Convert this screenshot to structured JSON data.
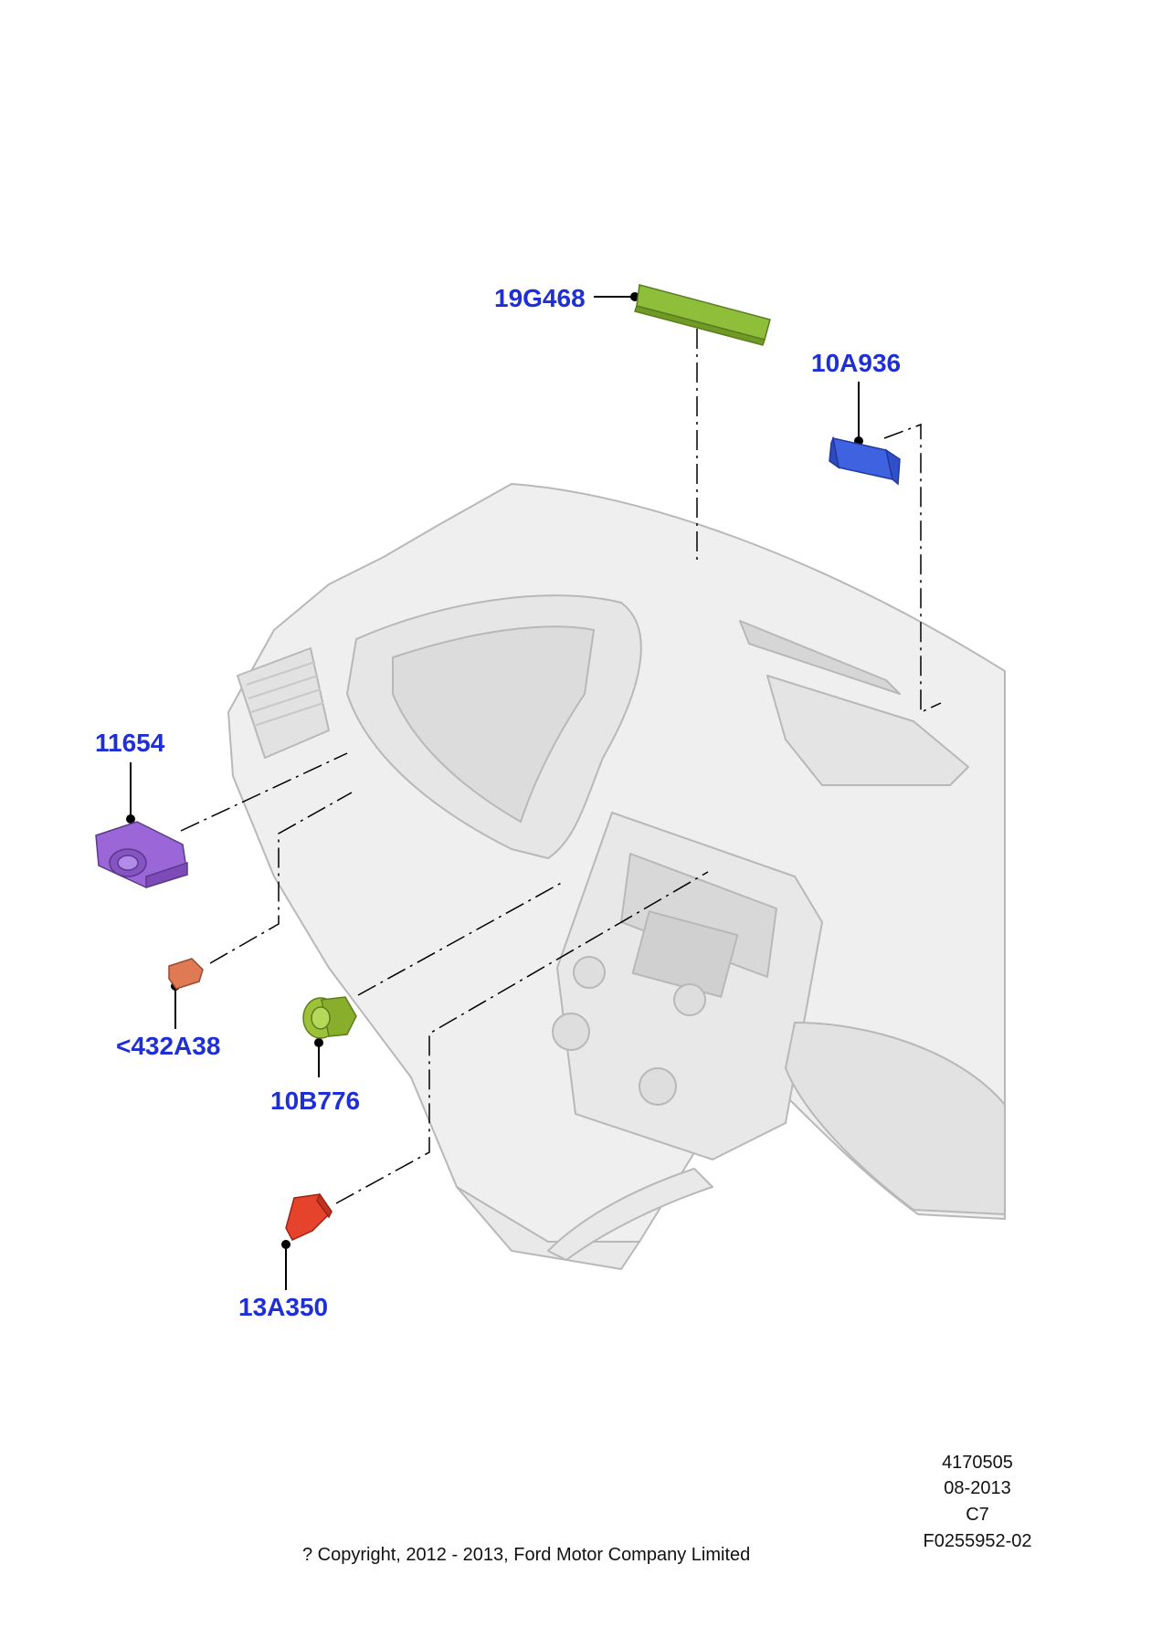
{
  "callouts": {
    "part_19G468": "19G468",
    "part_10A936": "10A936",
    "part_11654": "11654",
    "part_432A38": "<432A38",
    "part_10B776": "10B776",
    "part_13A350": "13A350"
  },
  "footer": {
    "ref_number": "4170505",
    "date": "08-2013",
    "code": "C7",
    "figure_id": "F0255952-02",
    "copyright": "? Copyright, 2012 - 2013, Ford Motor Company Limited"
  },
  "colors": {
    "label": "#1f2fd8",
    "dashboard_fill": "#efefef",
    "dashboard_line": "#b8b8b8",
    "part_19G468": "#8fbf3a",
    "part_10A936": "#3f63e0",
    "part_11654": "#9a66d8",
    "part_432A38": "#e07a55",
    "part_10B776": "#9cc23a",
    "part_13A350": "#e5432c"
  }
}
